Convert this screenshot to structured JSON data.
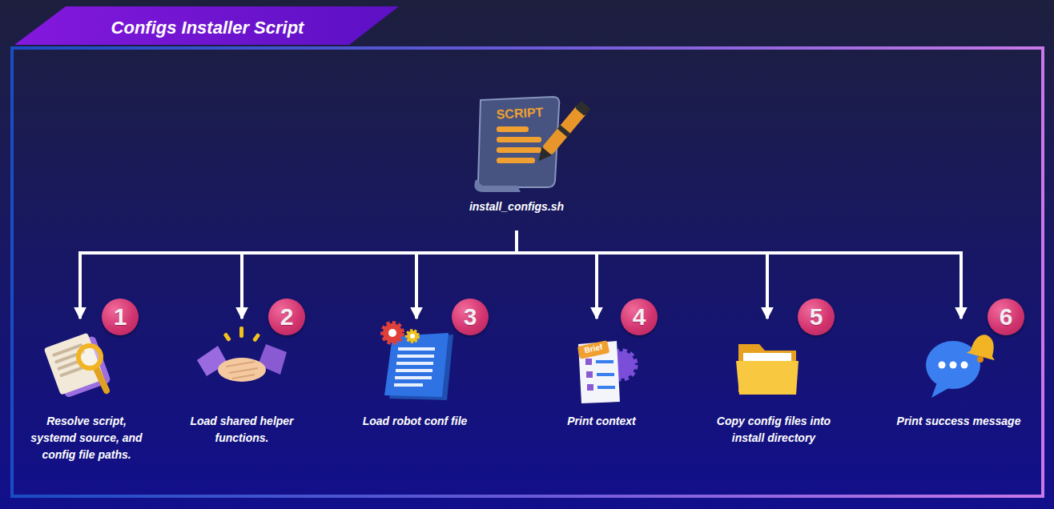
{
  "diagram": {
    "title": "Configs Installer Script",
    "nodes": [
      {
        "text": [
          "install_configs.sh"
        ]
      },
      {
        "text": [
          "1",
          "Resolve script, systemd source, and config file paths."
        ]
      },
      {
        "text": [
          "2",
          "Load shared helper functions."
        ]
      },
      {
        "text": [
          "3",
          "Load robot conf file"
        ]
      },
      {
        "text": [
          "4",
          "Print context"
        ]
      },
      {
        "text": [
          "5",
          "Copy config files into install directory"
        ]
      },
      {
        "text": [
          "6",
          "Print success message"
        ]
      }
    ],
    "edges": [
      {
        "from": 0,
        "to": 1,
        "arrow": "to"
      },
      {
        "from": 0,
        "to": 2,
        "arrow": "to"
      },
      {
        "from": 0,
        "to": 3,
        "arrow": "to"
      },
      {
        "from": 0,
        "to": 4,
        "arrow": "to"
      },
      {
        "from": 0,
        "to": 5,
        "arrow": "to"
      },
      {
        "from": 0,
        "to": 6,
        "arrow": "to"
      }
    ],
    "labels": [
      "SCRIPT",
      "Brief"
    ]
  }
}
